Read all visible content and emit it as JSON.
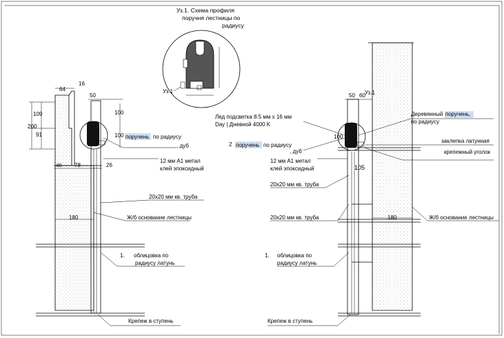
{
  "detail": {
    "title_line1": "Уз.1. Схема профиля",
    "title_line2": "поручня лестницы по",
    "title_line3": "радиусу",
    "callout_label": "Уз.1"
  },
  "left": {
    "dim_64": "64",
    "dim_16": "16",
    "dim_50": "50",
    "dim_109": "109",
    "dim_200": "200",
    "dim_91": "91",
    "dim_100_top": "100",
    "dim_100_mid": "100",
    "dim_80": "80",
    "dim_78": "78",
    "dim_26": "26",
    "dim_180": "180",
    "handrail_highlight": "поручень",
    "handrail_rest": "по радиусу",
    "handrail_line2": ", дуб",
    "metal_line1": "12 мм А1 метал",
    "metal_line2": "клей эпоксидный",
    "pipe": "20х20 мм кв. труба",
    "base": "Ж/б основание лестницы",
    "cladding_num": "1.",
    "cladding_line1": "облицовка  по",
    "cladding_line2": "радиусу латунь",
    "fastener": "Крепеж в ступень"
  },
  "right": {
    "dim_50": "50",
    "dim_60": "60",
    "callout": "Уз.1",
    "dim_100": "100",
    "dim_105": "105",
    "dim_180": "180",
    "led_line1": "Лед подсветка 8.5 мм х 16 мм",
    "led_line2": "Dау | Дневной 4000 K",
    "handrail_num": "2",
    "handrail_highlight": "поручень",
    "handrail_rest": "по радиусу",
    "handrail_line2": ", дуб",
    "wood_handrail_prefix": "Деревянный",
    "wood_handrail_highlight": "поручень,",
    "wood_handrail_line2": "по радиусу",
    "cap": "заклепка латунная",
    "bracket": "крепежный уголок",
    "metal_line1": "12 мм А1 метал",
    "metal_line2": "клей эпоксидный",
    "pipe_upper": "20х20 мм кв. труба",
    "pipe_lower": "20х20 мм кв. труба",
    "base": "Ж/б основание лестницы",
    "cladding_num": "1.",
    "cladding_line1": "облицовка  по",
    "cladding_line2": "радиусу латунь",
    "fastener": "Крепеж в ступень"
  }
}
